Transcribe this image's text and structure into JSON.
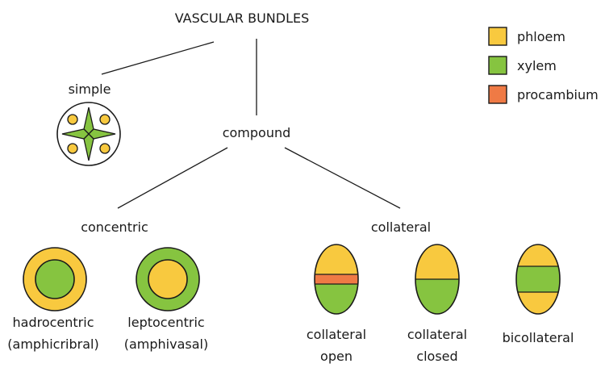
{
  "title": "VASCULAR BUNDLES",
  "colors": {
    "phloem": "#f8c93f",
    "xylem": "#86c440",
    "procambium": "#ef7a45",
    "outline": "#1a1a1a"
  },
  "legend": [
    {
      "label": "phloem",
      "color": "#f8c93f"
    },
    {
      "label": "xylem",
      "color": "#86c440"
    },
    {
      "label": "procambium",
      "color": "#ef7a45"
    }
  ],
  "nodes": {
    "simple": "simple",
    "compound": "compound",
    "concentric": "concentric",
    "collateral": "collateral"
  },
  "bundles": {
    "hadrocentric": [
      "hadrocentric",
      "(amphicribral)"
    ],
    "leptocentric": [
      "leptocentric",
      "(amphivasal)"
    ],
    "collateral_open": [
      "collateral",
      "open"
    ],
    "collateral_closed": [
      "collateral",
      "closed"
    ],
    "bicollateral": [
      "bicollateral"
    ]
  }
}
